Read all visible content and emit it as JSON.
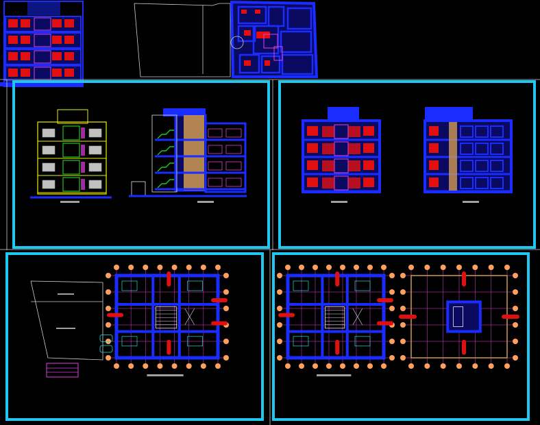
{
  "canvas": {
    "background": "#000000",
    "accent_frame": "#1ec8f0",
    "thin_frame": "#d0d0d0"
  },
  "colors": {
    "wall_blue": "#1a2cff",
    "fill_red": "#e01010",
    "line_magenta": "#e040e0",
    "line_yellow": "#f0f000",
    "line_green": "#20f020",
    "axis_orange": "#ffa060",
    "line_white": "#e8e8e8",
    "line_cyan": "#20e0e0",
    "line_gray": "#a0a0a0",
    "fill_tan": "#d09a50"
  },
  "sheets": [
    {
      "id": "sheet-site-and-first-floor",
      "drawings": [
        "elevation-thumbnail",
        "site-outline",
        "floor-plan-top"
      ]
    },
    {
      "id": "sheet-elevations-sections-1",
      "drawings": [
        "front-elevation-line",
        "section-with-stairs"
      ]
    },
    {
      "id": "sheet-elevations-sections-2",
      "drawings": [
        "front-elevation-color",
        "side-elevation-color"
      ]
    },
    {
      "id": "sheet-location-and-plan",
      "drawings": [
        "location-map",
        "title-block",
        "floor-plan-ground"
      ]
    },
    {
      "id": "sheet-typical-plans",
      "drawings": [
        "floor-plan-typical",
        "floor-plan-roof"
      ]
    }
  ],
  "drawing_kinds": {
    "elevation": "building-elevation",
    "section": "building-section",
    "plan": "floor-plan",
    "site": "site-plan"
  }
}
